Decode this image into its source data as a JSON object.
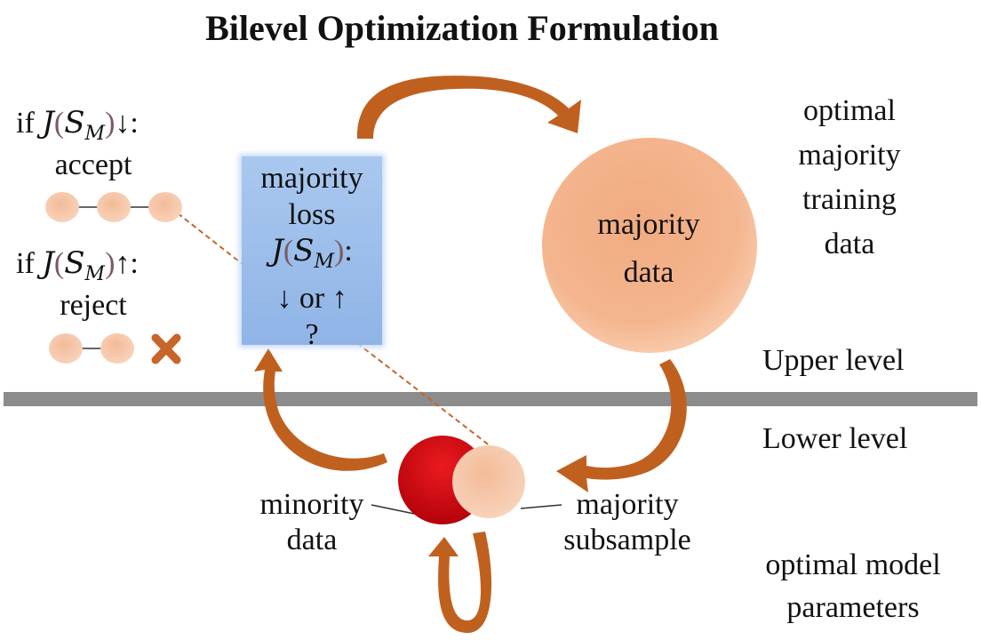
{
  "title": "Bilevel Optimization Formulation",
  "left_panel": {
    "accept_condition": {
      "prefix": "if ",
      "func": "J",
      "arg": "S",
      "sub": "M",
      "arrow": "↓",
      "suffix": ":"
    },
    "accept_label": "accept",
    "reject_condition": {
      "prefix": "if ",
      "func": "J",
      "arg": "S",
      "sub": "M",
      "arrow": "↑",
      "suffix": ":"
    },
    "reject_label": "reject"
  },
  "loss_box": {
    "line1": "majority",
    "line2": "loss",
    "func": "J",
    "arg": "S",
    "sub": "M",
    "colon": ":",
    "line4": "↓ or ↑",
    "line5": "?"
  },
  "majority_circle_label": [
    "majority",
    "data"
  ],
  "right_upper_label": [
    "optimal",
    "majority",
    "training",
    "data"
  ],
  "upper_level_label": "Upper level",
  "lower_level_label": "Lower level",
  "minority_label": [
    "minority",
    "data"
  ],
  "majority_subsample_label": [
    "majority",
    "subsample"
  ],
  "right_lower_label": [
    "optimal model",
    "parameters"
  ],
  "colors": {
    "arrow": "#c0601f",
    "peach": "#f3b48c",
    "minority_red": "#d40d14",
    "divider": "#8c8c8c",
    "box_blue": "#9dbfea",
    "reject_x": "#c8652a"
  }
}
